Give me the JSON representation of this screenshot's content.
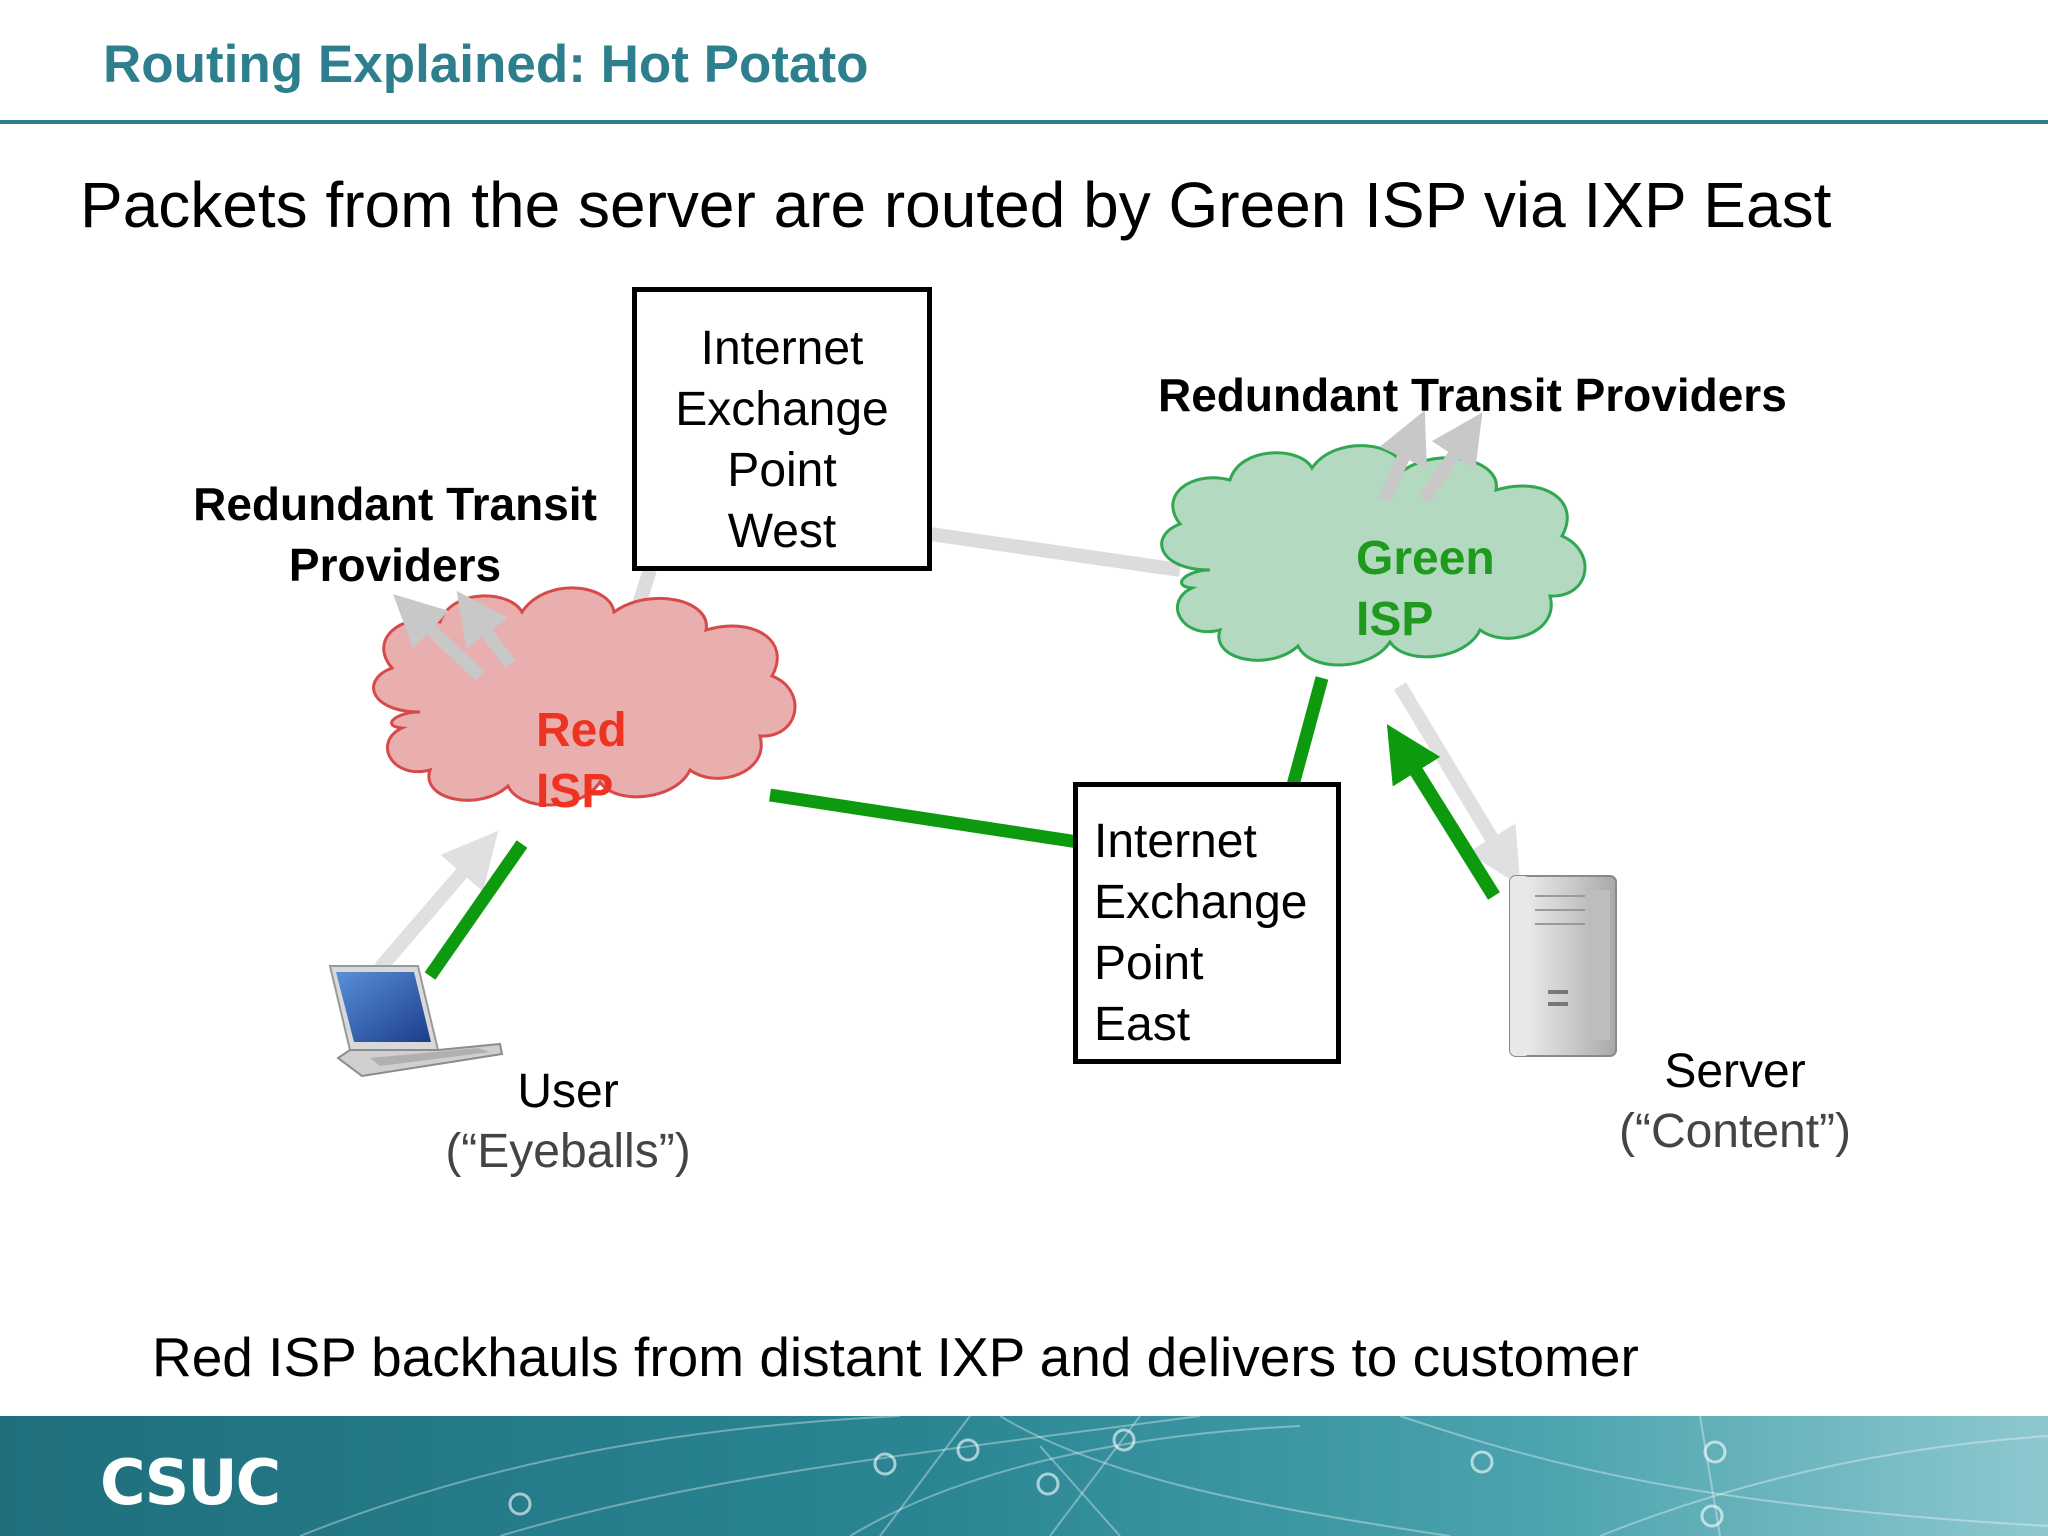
{
  "header": {
    "title": "Routing Explained: Hot Potato"
  },
  "subtitle": "Packets from the server are routed by Green ISP via IXP East",
  "diagram": {
    "ixp_west": {
      "lines": [
        "Internet",
        "Exchange",
        "Point",
        "West"
      ]
    },
    "ixp_east": {
      "lines": [
        "Internet",
        "Exchange",
        "Point",
        "East"
      ]
    },
    "transit_left": {
      "lines": [
        "Redundant Transit",
        "Providers"
      ]
    },
    "transit_right": {
      "label": "Redundant Transit Providers"
    },
    "red_isp": {
      "lines": [
        "Red",
        "ISP"
      ],
      "color": "#ee3322",
      "fill": "#e9aeae"
    },
    "green_isp": {
      "lines": [
        "Green",
        "ISP"
      ],
      "color": "#1f9a1f",
      "fill": "#b3d9c0"
    },
    "user": {
      "name": "User",
      "note": "(“Eyeballs”)"
    },
    "server": {
      "name": "Server",
      "note": "(“Content”)"
    },
    "path_color": "#0e9a0e",
    "link_color": "#dcdcdc"
  },
  "bottom_text": "Red ISP backhauls from distant IXP and delivers to customer",
  "footer": {
    "logo": "CSUC",
    "color": "#2a8593"
  }
}
